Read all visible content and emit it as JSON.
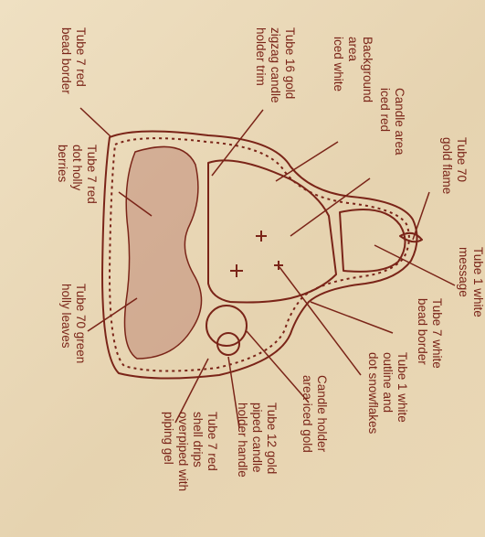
{
  "labels": {
    "tube70_gold_flame": "Tube 70\ngold flame",
    "candle_area": "Candle area\niced red",
    "background_area": "Background\narea\niced white",
    "tube16_trim": "Tube 16 gold\nzigzag candle\nholder trim",
    "tube7_bead_border": "Tube 7 red\nbead border",
    "tube7_holly_berries": "Tube 7 red\ndot holly\nberries",
    "tube1_message": "Tube 1 white\nmessage",
    "tube7_white_bead": "Tube 7 white\nbead border",
    "tube1_snowflakes": "Tube 1 white\noutline and\ndot snowflakes",
    "tube70_holly_leaves": "Tube 70 green\nholly leaves",
    "candle_holder_area": "Candle holder\narea iced gold",
    "tube12_handle": "Tube 12 gold\npiped candle\nholder handle",
    "tube7_shell_drips": "Tube 7 red\nshell drips\noverpiped with\npiping gel"
  },
  "colors": {
    "ink": "#7a2418",
    "background": "#ead9b8"
  }
}
